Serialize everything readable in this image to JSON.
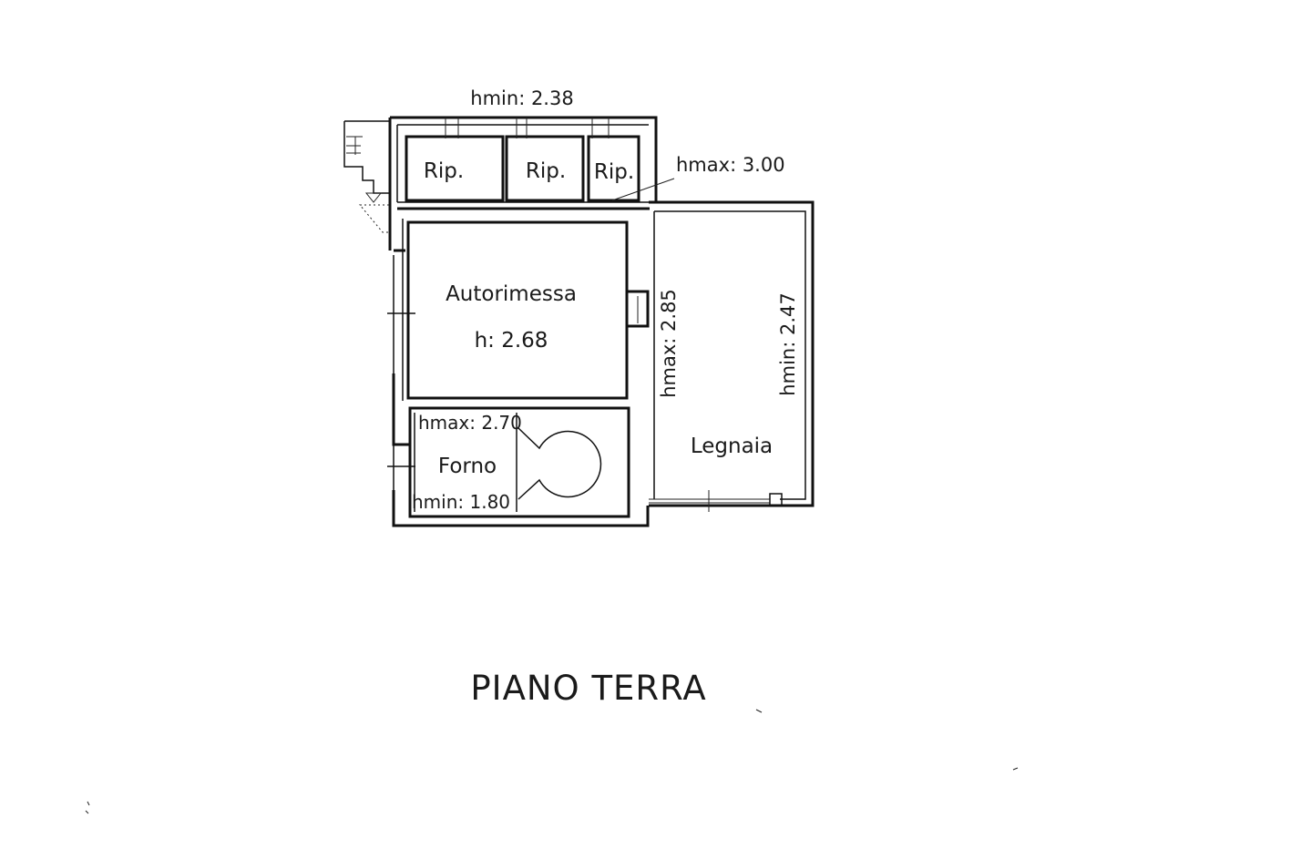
{
  "plan": {
    "title": "PIANO TERRA",
    "labels": {
      "hmin_top": "hmin: 2.38",
      "hmax_rip": "hmax: 3.00",
      "rip_1": "Rip.",
      "rip_2": "Rip.",
      "rip_3": "Rip.",
      "autorimessa_name": "Autorimessa",
      "autorimessa_height": "h: 2.68",
      "legnaia_hmax": "hmax: 2.85",
      "legnaia_hmin": "hmin: 2.47",
      "legnaia_name": "Legnaia",
      "forno_hmax": "hmax: 2.70",
      "forno_name": "Forno",
      "forno_hmin": "hmin: 1.80"
    }
  }
}
